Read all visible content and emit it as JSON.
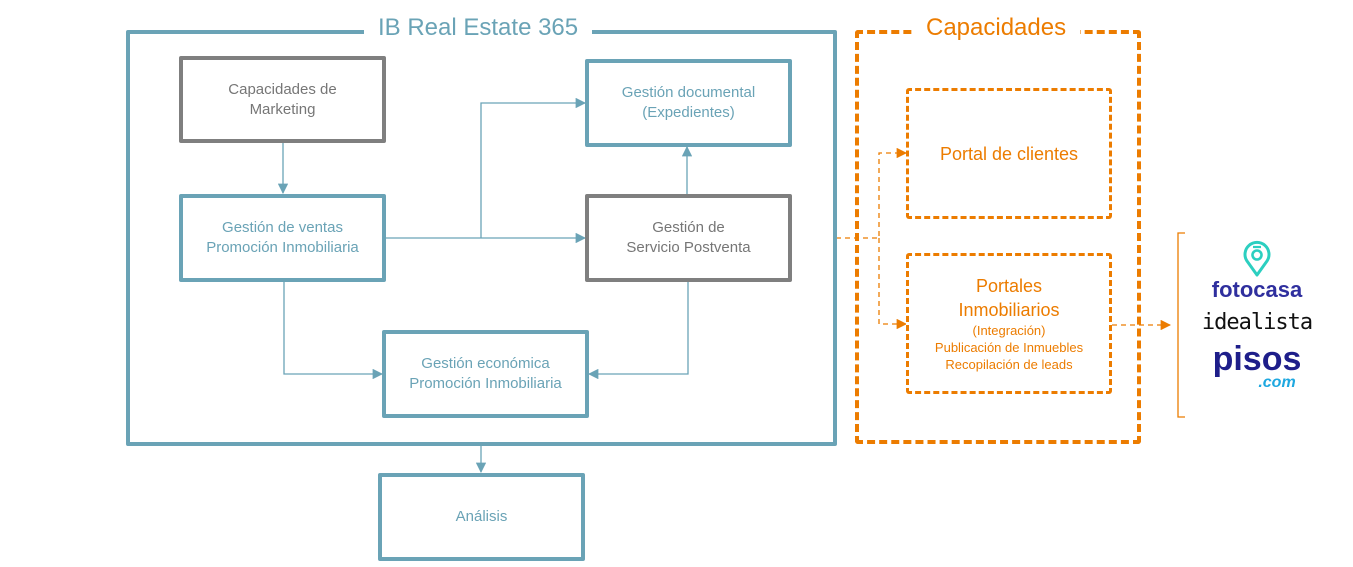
{
  "main_frame": {
    "title": "IB Real Estate 365"
  },
  "capabilities_frame": {
    "title": "Capacidades"
  },
  "boxes": {
    "marketing": {
      "lines": [
        "Capacidades de",
        "Marketing"
      ]
    },
    "ventas": {
      "lines": [
        "Gestión de ventas",
        "Promoción Inmobiliaria"
      ]
    },
    "documental": {
      "lines": [
        "Gestión documental",
        "(Expedientes)"
      ]
    },
    "postventa": {
      "lines": [
        "Gestión de",
        "Servicio Postventa"
      ]
    },
    "economica": {
      "lines": [
        "Gestión económica",
        "Promoción Inmobiliaria"
      ]
    },
    "analisis": {
      "lines": [
        "Análisis"
      ]
    },
    "portal_clientes": {
      "label": "Portal de clientes"
    },
    "portales": {
      "title_lines": [
        "Portales",
        "Inmobiliarios"
      ],
      "detail_lines": [
        "(Integración)",
        "Publicación de Inmuebles",
        "Recopilación de leads"
      ]
    }
  },
  "portal_logos": [
    {
      "name": "fotocasa",
      "text": "fotocasa"
    },
    {
      "name": "idealista",
      "text": "idealista"
    },
    {
      "name": "pisos",
      "text": "pisos",
      "suffix": ".com"
    }
  ],
  "colors": {
    "teal": "#6aa3b6",
    "grey": "#7f7f7f",
    "orange": "#ec7c00"
  }
}
